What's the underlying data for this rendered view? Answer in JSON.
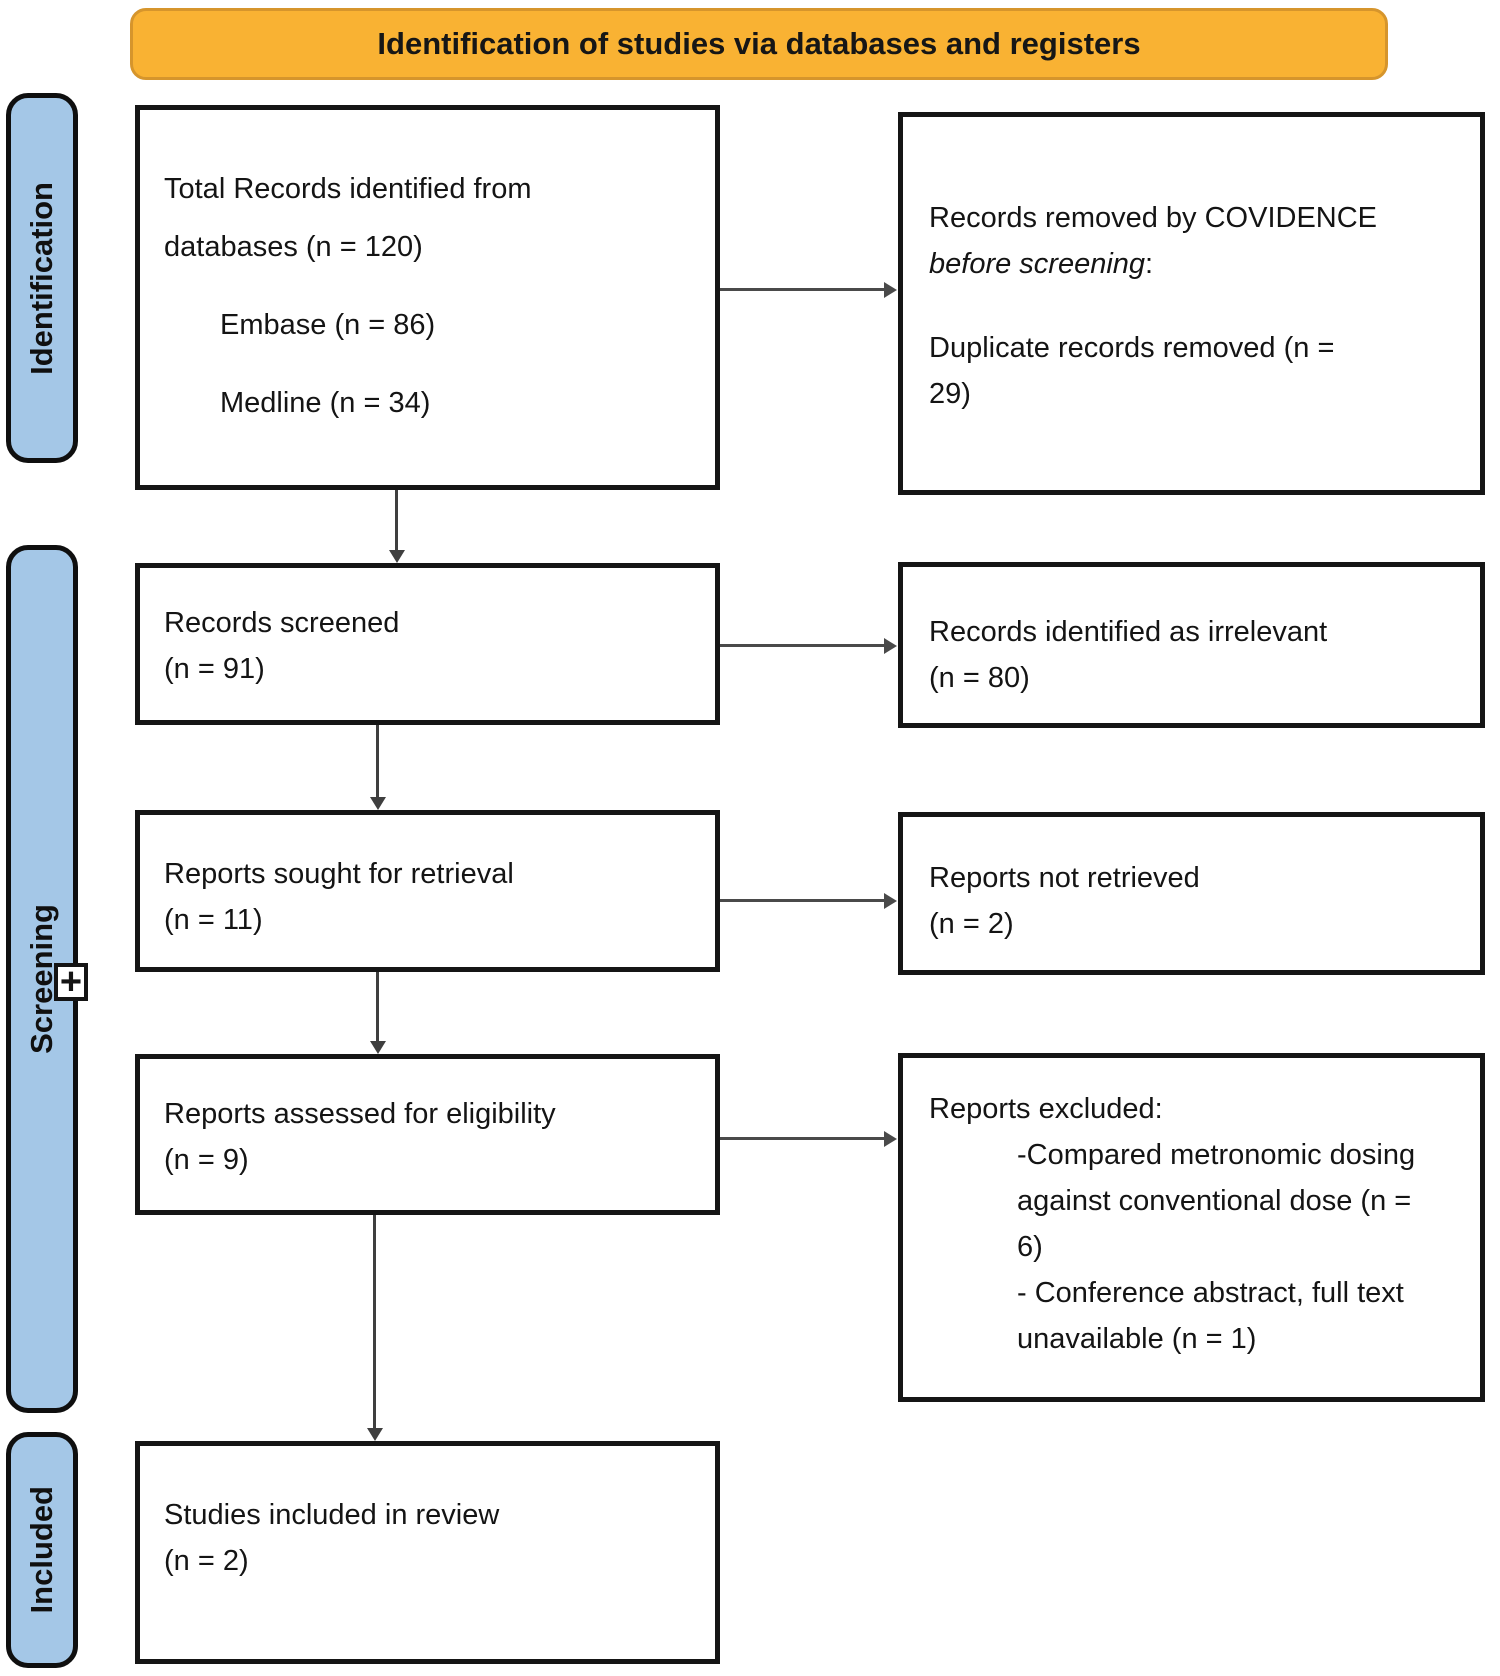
{
  "banner": {
    "title": "Identification of studies via databases and registers"
  },
  "stages": {
    "identification": "Identification",
    "screening": "Screening",
    "included": "Included"
  },
  "icons": {
    "plus": "+"
  },
  "colors": {
    "banner_fill": "#F9B233",
    "banner_border": "#D6952C",
    "stage_fill": "#A4C7E7",
    "box_border": "#151515",
    "arrow": "#444444"
  },
  "flow": {
    "identified": {
      "lines": [
        "Total Records identified from",
        "databases (n = 120)"
      ],
      "sources": [
        "Embase (n = 86)",
        "Medline (n = 34)"
      ]
    },
    "removed": {
      "line1": "Records removed by COVIDENCE",
      "line2_italic": "before screening",
      "line2_colon": ":",
      "line3": "Duplicate records removed  (n =",
      "line4": "29)"
    },
    "screened": {
      "lines": [
        "Records screened",
        "(n = 91)"
      ]
    },
    "irrelevant": {
      "lines": [
        "Records identified as irrelevant",
        "(n = 80)"
      ]
    },
    "sought": {
      "lines": [
        "Reports sought for retrieval",
        "(n = 11)"
      ]
    },
    "not_retrieved": {
      "lines": [
        "Reports not retrieved",
        "(n = 2)"
      ]
    },
    "assessed": {
      "lines": [
        "Reports assessed for eligibility",
        "(n = 9)"
      ]
    },
    "excluded": {
      "title": "Reports excluded:",
      "bullet1_lines": [
        "-Compared metronomic dosing",
        "against conventional dose (n =",
        "6)"
      ],
      "bullet2_lines": [
        "- Conference abstract, full text",
        "unavailable (n = 1)"
      ]
    },
    "included_review": {
      "lines": [
        "Studies included in review",
        "(n = 2)"
      ]
    }
  }
}
